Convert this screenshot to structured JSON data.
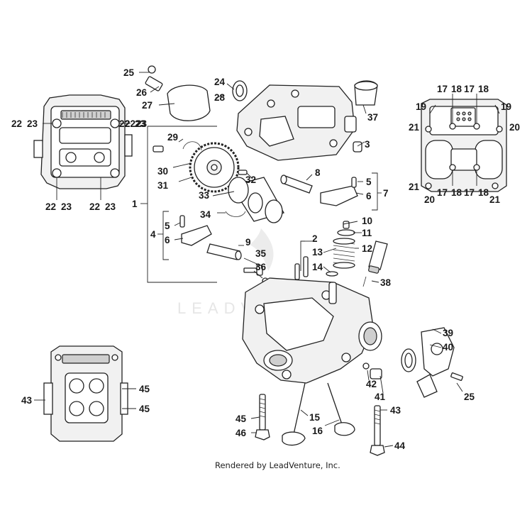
{
  "watermark": "LEADVENTURE",
  "caption": "Rendered by LeadVenture, Inc.",
  "colors": {
    "line": "#222222",
    "background": "#ffffff",
    "watermark": "#e6e6e6"
  },
  "callouts": {
    "c1": "1",
    "c2": "2",
    "c3": "3",
    "c4": "4",
    "c5a": "5",
    "c5b": "5",
    "c6a": "6",
    "c6b": "6",
    "c7": "7",
    "c8": "8",
    "c9": "9",
    "c10": "10",
    "c11": "11",
    "c12": "12",
    "c13": "13",
    "c14": "14",
    "c15": "15",
    "c16": "16",
    "c17a": "17",
    "c17b": "17",
    "c17c": "17",
    "c17d": "17",
    "c18a": "18",
    "c18b": "18",
    "c18c": "18",
    "c18d": "18",
    "c19a": "19",
    "c19b": "19",
    "c20a": "20",
    "c20b": "20",
    "c21a": "21",
    "c21b": "21",
    "c21c": "21",
    "c22a": "22",
    "c22b": "22",
    "c22c": "22",
    "c22d": "22",
    "c22e": "22",
    "c23a": "23",
    "c23b": "23",
    "c23c": "23",
    "c23d": "23",
    "c23e": "23",
    "c24": "24",
    "c25a": "25",
    "c25b": "25",
    "c26": "26",
    "c27": "27",
    "c28": "28",
    "c29": "29",
    "c30": "30",
    "c31": "31",
    "c32": "32",
    "c33": "33",
    "c34": "34",
    "c35": "35",
    "c36": "36",
    "c37": "37",
    "c38": "38",
    "c39": "39",
    "c40": "40",
    "c41": "41",
    "c42": "42",
    "c43a": "43",
    "c43b": "43",
    "c44": "44",
    "c45a": "45",
    "c45b": "45",
    "c45c": "45",
    "c46": "46"
  }
}
